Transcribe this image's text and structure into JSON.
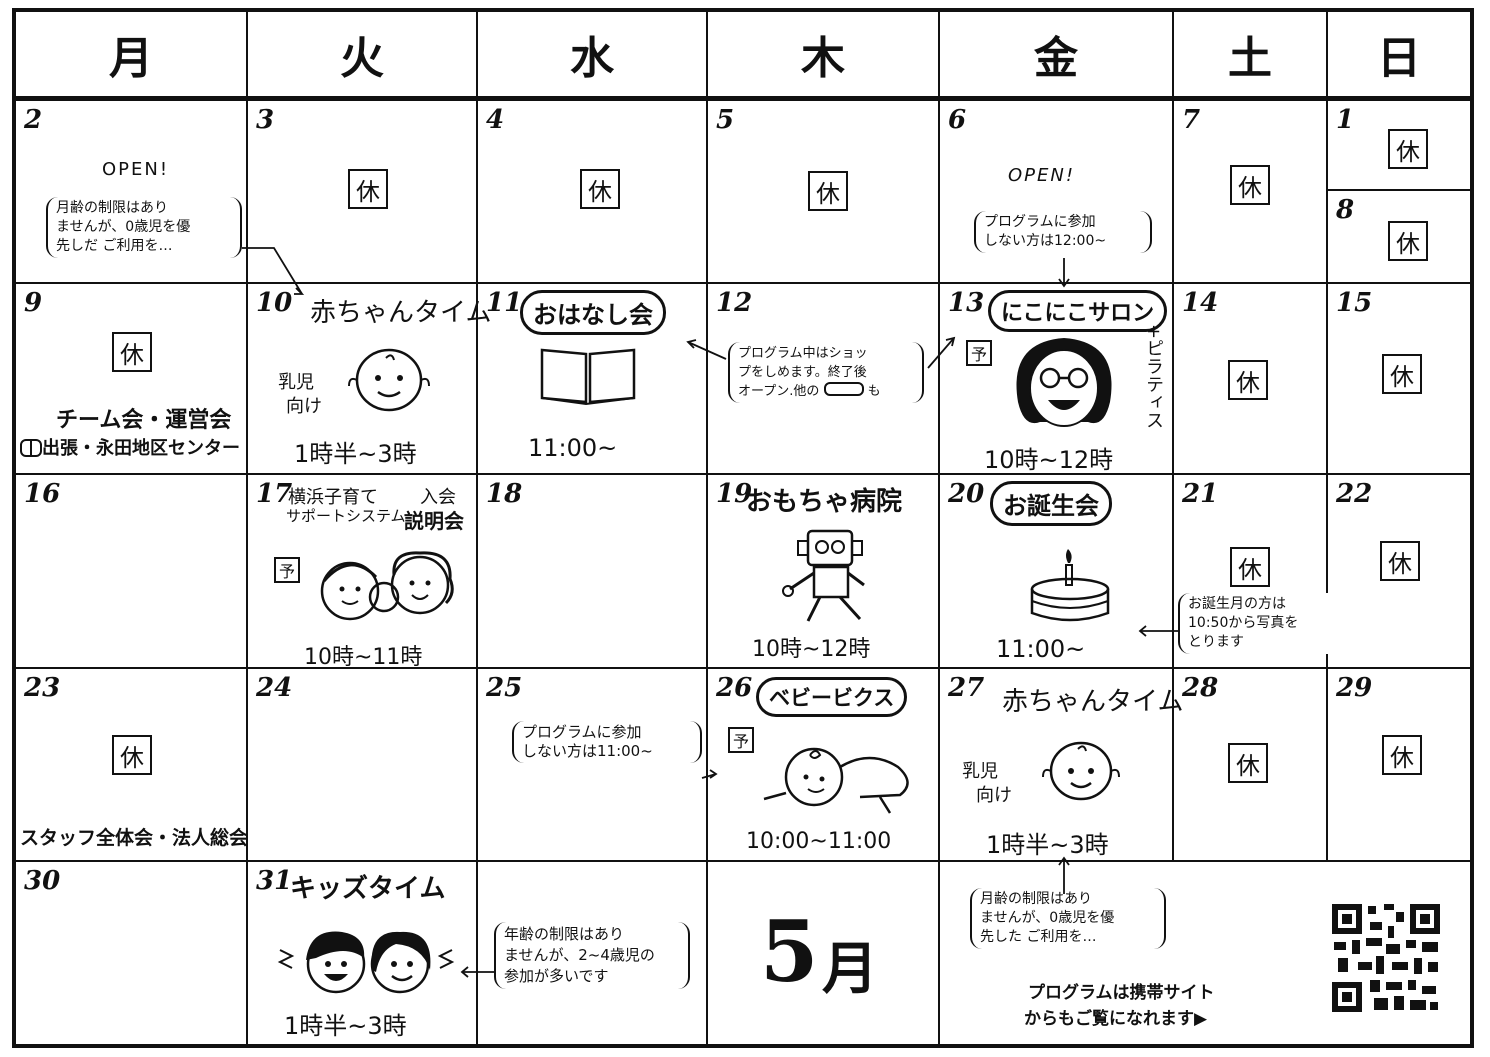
{
  "weekdays": [
    "月",
    "火",
    "水",
    "木",
    "金",
    "土",
    "日"
  ],
  "closed_label": "休",
  "reserve_label": "予",
  "days": {
    "d1": "1",
    "d2": "2",
    "d3": "3",
    "d4": "4",
    "d5": "5",
    "d6": "6",
    "d7": "7",
    "d8": "8",
    "d9": "9",
    "d10": "10",
    "d11": "11",
    "d12": "12",
    "d13": "13",
    "d14": "14",
    "d15": "15",
    "d16": "16",
    "d17": "17",
    "d18": "18",
    "d19": "19",
    "d20": "20",
    "d21": "21",
    "d22": "22",
    "d23": "23",
    "d24": "24",
    "d25": "25",
    "d26": "26",
    "d27": "27",
    "d28": "28",
    "d29": "29",
    "d30": "30",
    "d31": "31"
  },
  "events": {
    "open": "OPEN!",
    "note_age_1": "月齢の制限はあり",
    "note_age_2": "ませんが、0歳児を優",
    "note_age_3": "先しだ ご利用を…",
    "note_age_3b": "先した ご利用を…",
    "note_prog_1": "プログラムに参加",
    "note_prog_2": "しない方は12:00~",
    "note_prog_2b": "しない方は11:00~",
    "akachan": "赤ちゃんタイム",
    "nyuji_1": "乳児",
    "nyuji_2": "向け",
    "time_1330": "1時半~3時",
    "ohanashi": "おはなし会",
    "time_1100": "11:00~",
    "shop_1": "プログラム中はショッ",
    "shop_2": "プをしめます。終了後",
    "shop_3": "オープン.他の",
    "shop_3b": "も",
    "nikoniko": "にこにこサロン",
    "pilates": "+ピラティス",
    "time_1012": "10時~12時",
    "team_1": "チーム会・運営会",
    "team_2": "出張・永田地区センター",
    "yokohama_1": "横浜子育て",
    "yokohama_2": "サポートシステム",
    "nyukai_1": "入会",
    "nyukai_2": "説明会",
    "time_1011": "10時~11時",
    "omocha": "おもちゃ病院",
    "tanjou": "お誕生会",
    "birth_1": "お誕生月の方は",
    "birth_2": "10:50から写真を",
    "birth_3": "とります",
    "staff": "スタッフ全体会・法人総会",
    "babybics": "ベビービクス",
    "time_1011b": "10:00~11:00",
    "kids": "キッズタイム",
    "kids_note_1": "年齢の制限はあり",
    "kids_note_2": "ませんが、2~4歳児の",
    "kids_note_3": "参加が多いです",
    "mobile_1": "プログラムは携帯サイト",
    "mobile_2": "からもご覧になれます▶"
  },
  "month_num": "5",
  "month_suffix": "月"
}
